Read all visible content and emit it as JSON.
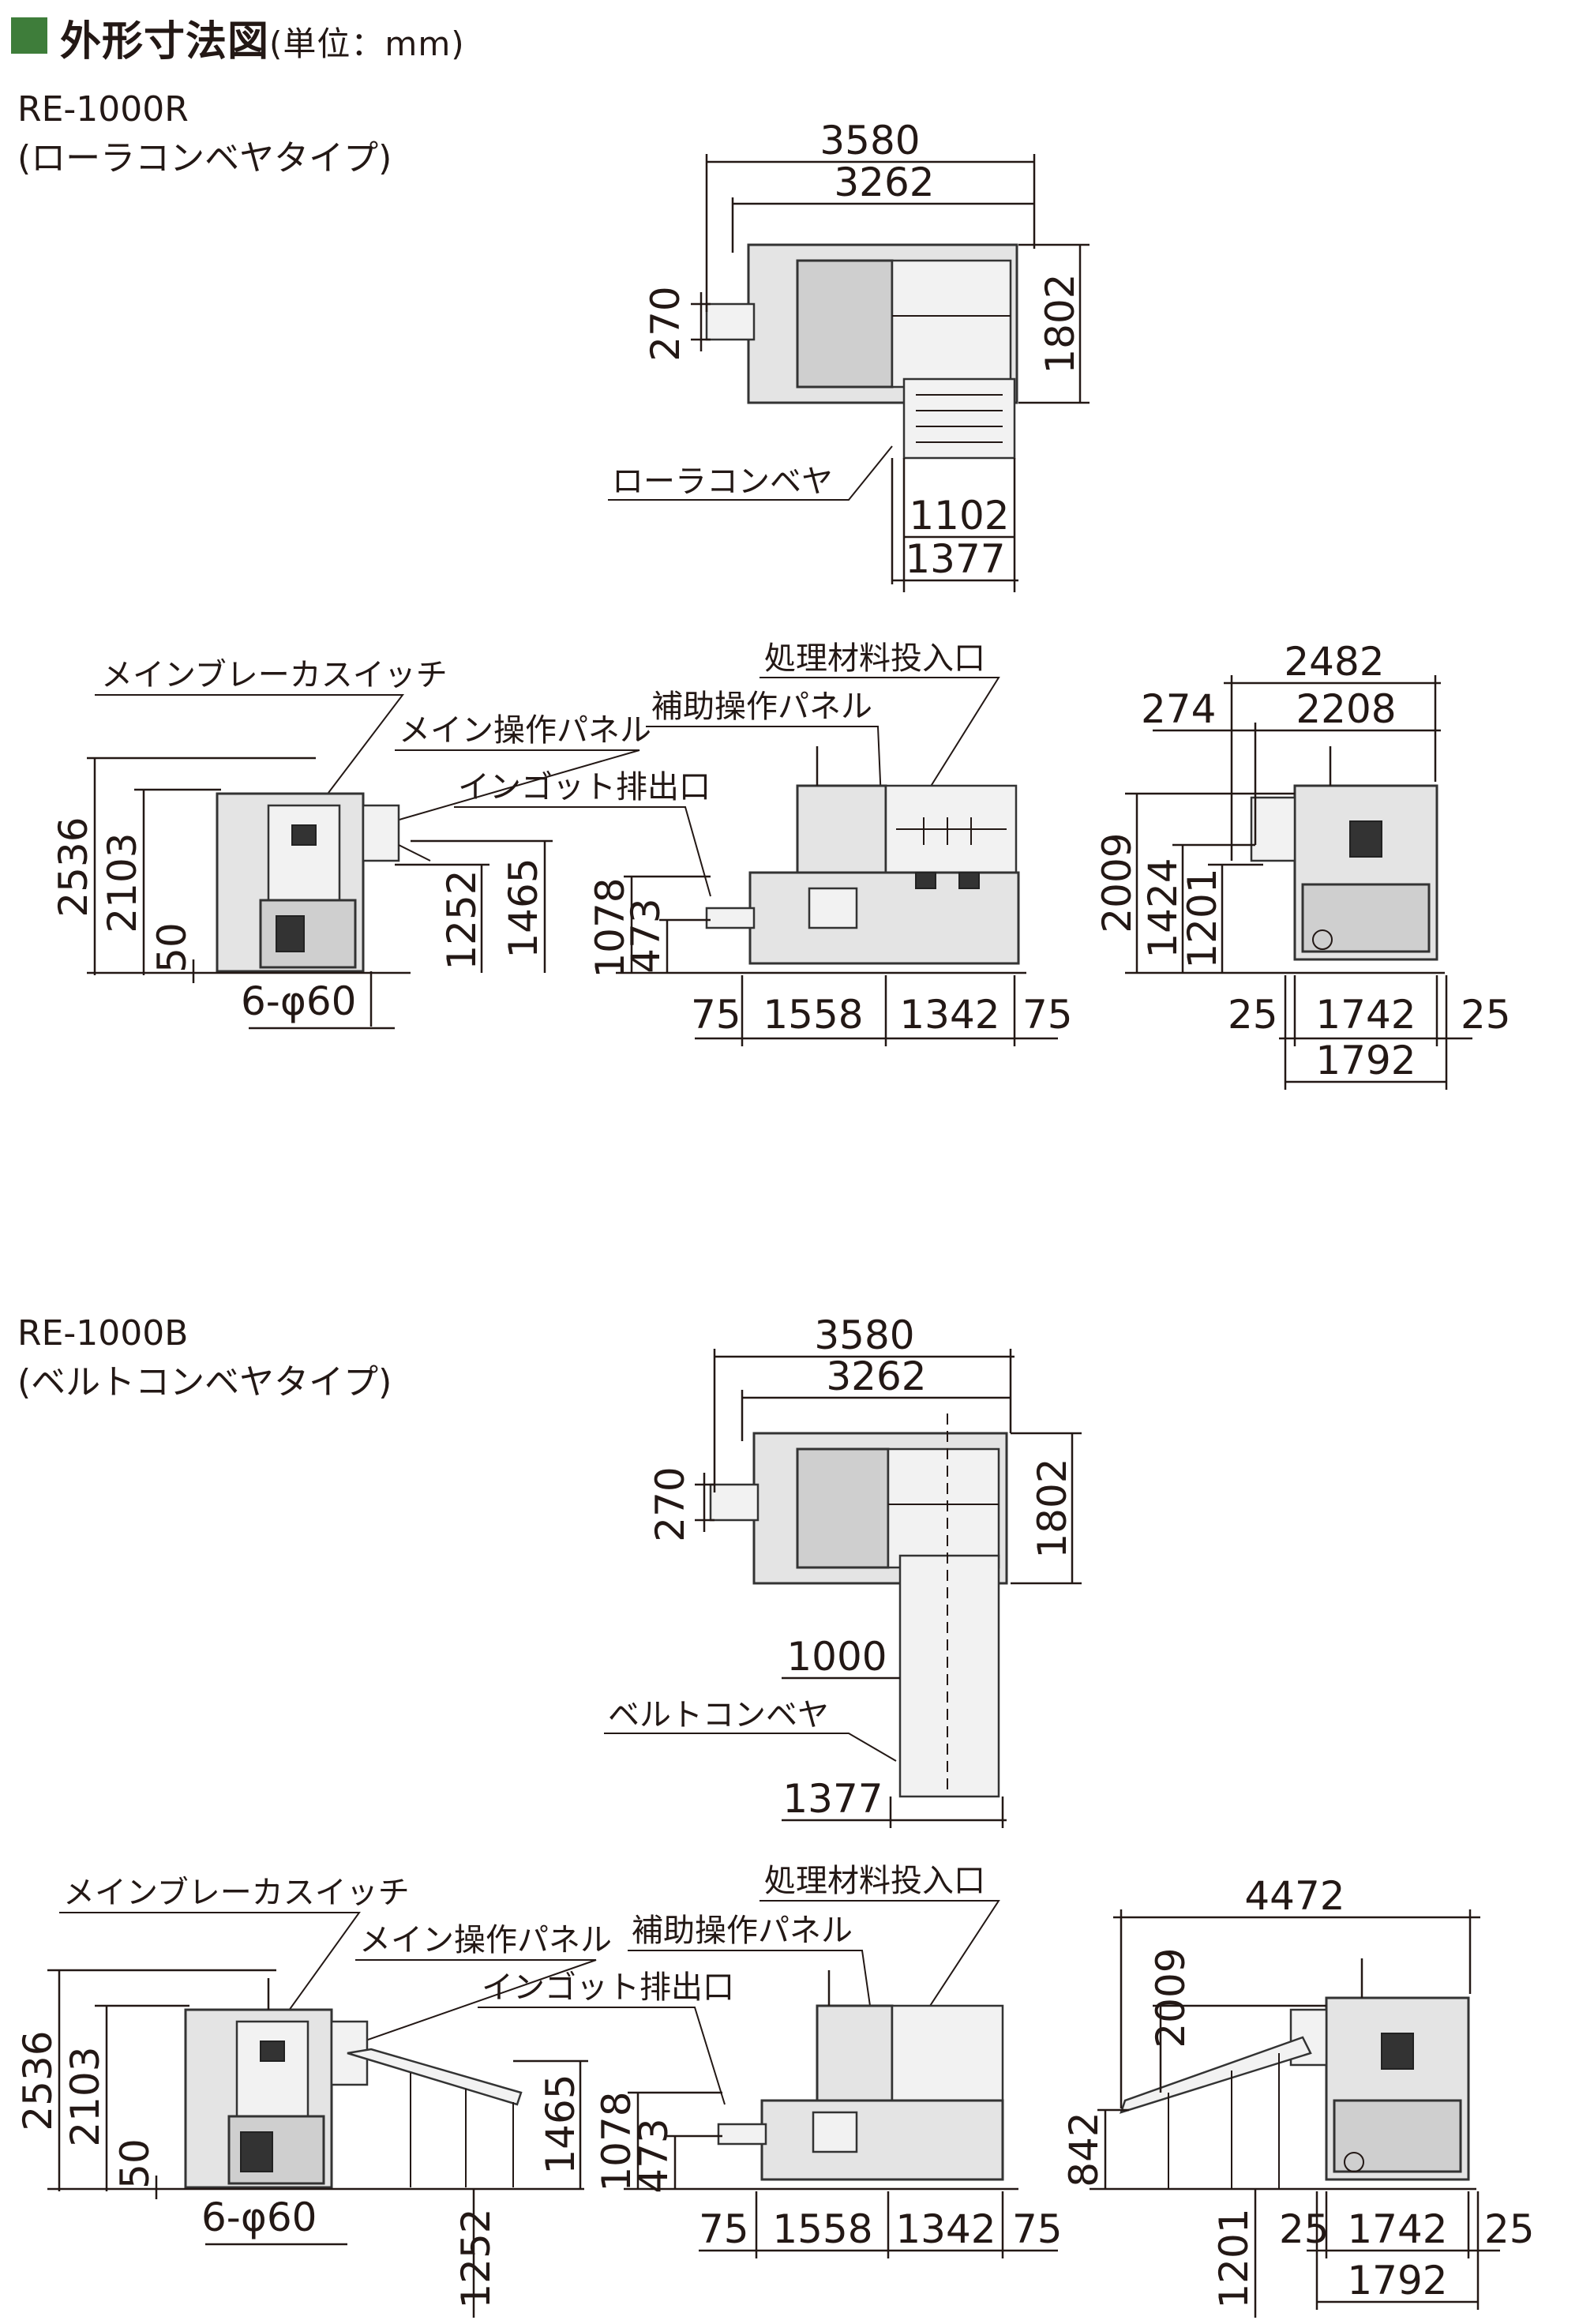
{
  "header": {
    "title": "外形寸法図",
    "unit": "(単位：mm)",
    "accent_color": "#3e7d3a"
  },
  "models": [
    {
      "name": "RE-1000R",
      "type": "(ローラコンベヤタイプ)"
    },
    {
      "name": "RE-1000B",
      "type": "(ベルトコンベヤタイプ)"
    }
  ],
  "r_top": {
    "d3580": "3580",
    "d3262": "3262",
    "d270": "270",
    "d1802": "1802",
    "conveyor": "ローラコンベヤ",
    "d1102": "1102",
    "d1377": "1377"
  },
  "r_left": {
    "breaker": "メインブレーカスイッチ",
    "panel": "メイン操作パネル",
    "d2536": "2536",
    "d2103": "2103",
    "d50": "50",
    "d1252": "1252",
    "d1465": "1465",
    "holes": "6-φ60"
  },
  "r_front": {
    "inlet": "処理材料投入口",
    "aux": "補助操作パネル",
    "ingot": "インゴット排出口",
    "d1078": "1078",
    "d473": "473",
    "d75a": "75",
    "d1558": "1558",
    "d1342": "1342",
    "d75b": "75"
  },
  "r_right": {
    "d2482": "2482",
    "d274": "274",
    "d2208": "2208",
    "d2009": "2009",
    "d1424": "1424",
    "d1201": "1201",
    "d25a": "25",
    "d1742": "1742",
    "d25b": "25",
    "d1792": "1792"
  },
  "b_top": {
    "d3580": "3580",
    "d3262": "3262",
    "d270": "270",
    "d1802": "1802",
    "d1000": "1000",
    "conveyor": "ベルトコンベヤ",
    "d1377": "1377"
  },
  "b_left": {
    "breaker": "メインブレーカスイッチ",
    "panel": "メイン操作パネル",
    "d2536": "2536",
    "d2103": "2103",
    "d50": "50",
    "d1465": "1465",
    "d1252": "1252",
    "holes": "6-φ60"
  },
  "b_front": {
    "inlet": "処理材料投入口",
    "aux": "補助操作パネル",
    "ingot": "インゴット排出口",
    "d1078": "1078",
    "d473": "473",
    "d75a": "75",
    "d1558": "1558",
    "d1342": "1342",
    "d75b": "75"
  },
  "b_right": {
    "d4472": "4472",
    "d2009": "2009",
    "d842": "842",
    "d1201": "1201",
    "d25a": "25",
    "d1742": "1742",
    "d25b": "25",
    "d1792": "1792"
  }
}
